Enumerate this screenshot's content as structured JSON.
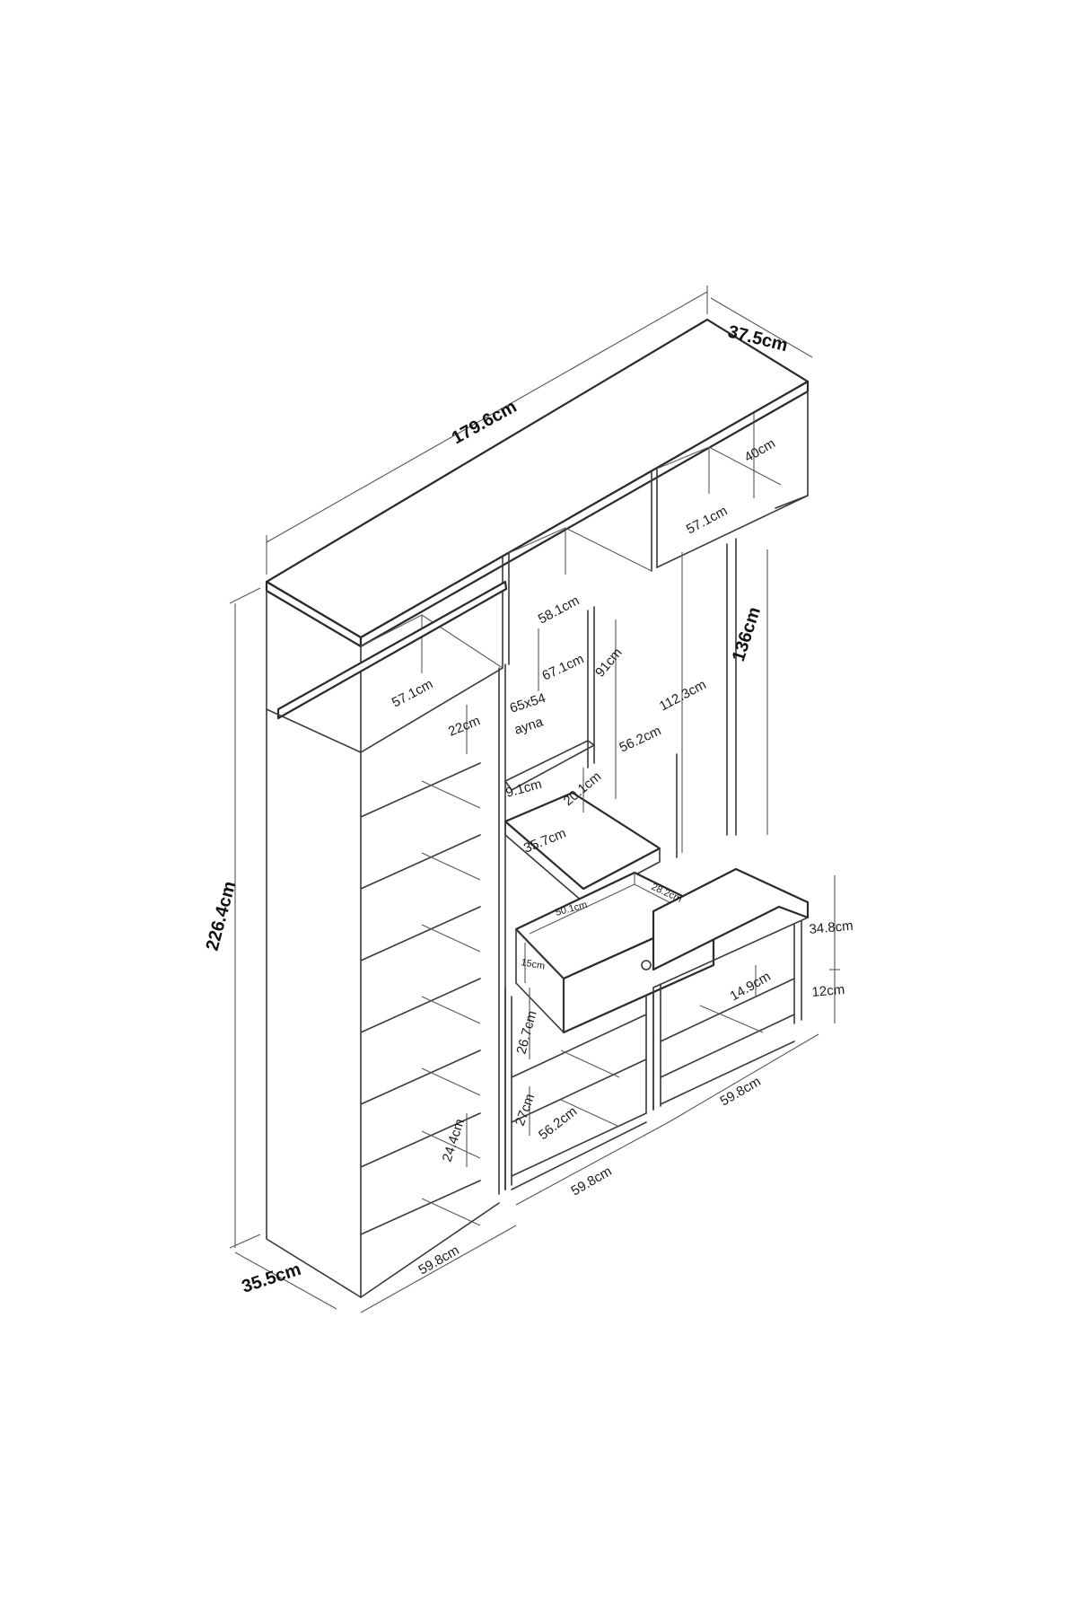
{
  "dimensions": {
    "overall_width": "179.6cm",
    "overall_height": "226.4cm",
    "top_depth": "37.5cm",
    "base_depth": "35.5cm",
    "top_height_right": "40cm",
    "top_shelf_right_width": "57.1cm",
    "top_shelf_middle_width": "58.1cm",
    "top_shelf_left_width": "57.1cm",
    "left_top_compartment_height": "22cm",
    "mirror_height": "67.1cm",
    "mirror_size": "65x54",
    "mirror_word": "ayna",
    "middle_open_height": "91cm",
    "right_open_height": "112.3cm",
    "right_panel_height": "136cm",
    "middle_shelf_width": "56.2cm",
    "small_gap": "9.1cm",
    "small_shelf_height": "20.1cm",
    "desk_depth": "35.7cm",
    "drawer_width": "50.1cm",
    "drawer_depth": "28.2cm",
    "drawer_height": "15cm",
    "right_cabinet_height": "34.8cm",
    "right_lower_height": "12cm",
    "right_shelf_height": "14.9cm",
    "middle_lower_height": "26.7cm",
    "middle_bottom_height": "27cm",
    "middle_bottom_width": "56.2cm",
    "left_bottom_height": "24.4cm",
    "base_left_width": "59.8cm",
    "base_middle_width": "59.8cm",
    "base_right_width": "59.8cm"
  }
}
